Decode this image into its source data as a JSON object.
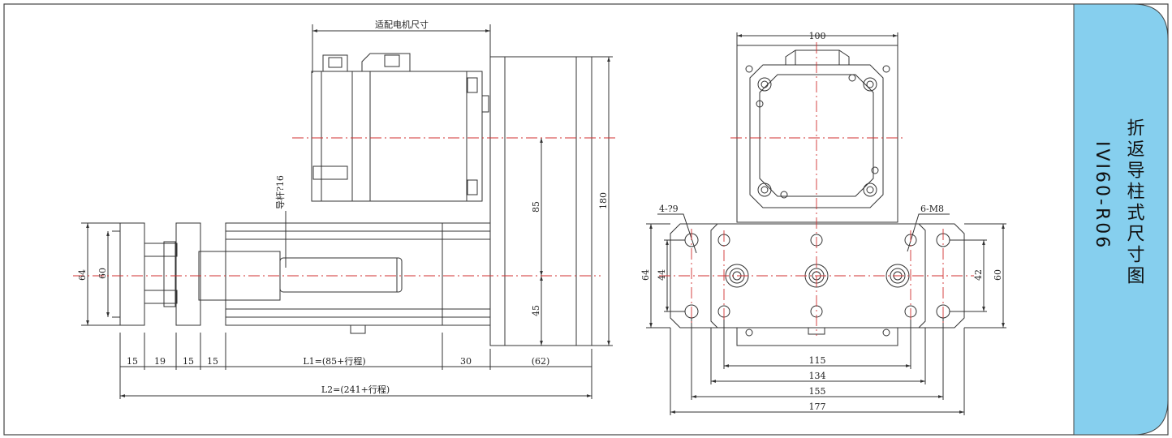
{
  "drawing": {
    "motor_label": "适配电机尺寸",
    "guide_rod_label": "导杆?16",
    "left_view": {
      "height_outer": "64",
      "height_inner": "60",
      "motor_h1": "85",
      "motor_h2": "45",
      "total_h": "180",
      "bottom_dims": [
        "15",
        "19",
        "15",
        "15"
      ],
      "l1": "L1=(85+行程)",
      "d30": "30",
      "d62": "(62)",
      "l2": "L2=(241+行程)"
    },
    "right_view": {
      "top_width": "100",
      "hole_left": "4-?9",
      "hole_right": "6-M8",
      "left_h_outer": "64",
      "left_h_inner": "44",
      "right_h_inner": "42",
      "right_h_outer": "60",
      "w115": "115",
      "w134": "134",
      "w155": "155",
      "w177": "177"
    }
  },
  "title_block": {
    "name": "折返导柱式尺寸图",
    "model": "IVI60-R06",
    "color": "#86cfee"
  }
}
